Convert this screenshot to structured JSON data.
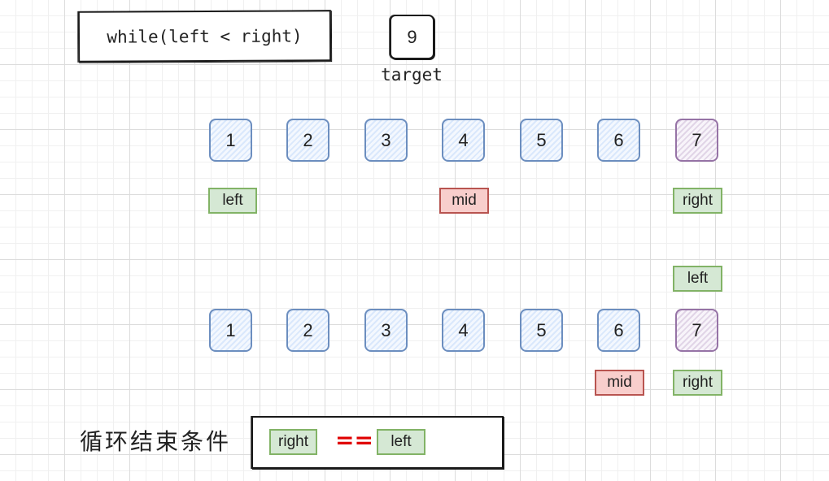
{
  "code": "while(left < right)",
  "target": {
    "value": "9",
    "label": "target"
  },
  "row1": {
    "cells": [
      {
        "value": "1",
        "color": "blue"
      },
      {
        "value": "2",
        "color": "blue"
      },
      {
        "value": "3",
        "color": "blue"
      },
      {
        "value": "4",
        "color": "blue"
      },
      {
        "value": "5",
        "color": "blue"
      },
      {
        "value": "6",
        "color": "blue"
      },
      {
        "value": "7",
        "color": "purple"
      }
    ],
    "pointers": {
      "left": "left",
      "mid": "mid",
      "right": "right"
    }
  },
  "row2": {
    "cells": [
      {
        "value": "1",
        "color": "blue"
      },
      {
        "value": "2",
        "color": "blue"
      },
      {
        "value": "3",
        "color": "blue"
      },
      {
        "value": "4",
        "color": "blue"
      },
      {
        "value": "5",
        "color": "blue"
      },
      {
        "value": "6",
        "color": "blue"
      },
      {
        "value": "7",
        "color": "purple"
      }
    ],
    "pointers": {
      "left": "left",
      "mid": "mid",
      "right": "right"
    }
  },
  "condition": {
    "label": "循环结束条件",
    "left_operand": "right",
    "operator": "==",
    "right_operand": "left"
  },
  "colors": {
    "cell_blue_fill": "#dae8fc",
    "cell_blue_stroke": "#6c8ebf",
    "cell_purple_fill": "#e1d5e7",
    "cell_purple_stroke": "#9673a6",
    "tag_green_fill": "#d5e8d4",
    "tag_green_stroke": "#82b366",
    "tag_red_fill": "#f8cecc",
    "tag_red_stroke": "#b85450",
    "operator": "#e00000"
  }
}
